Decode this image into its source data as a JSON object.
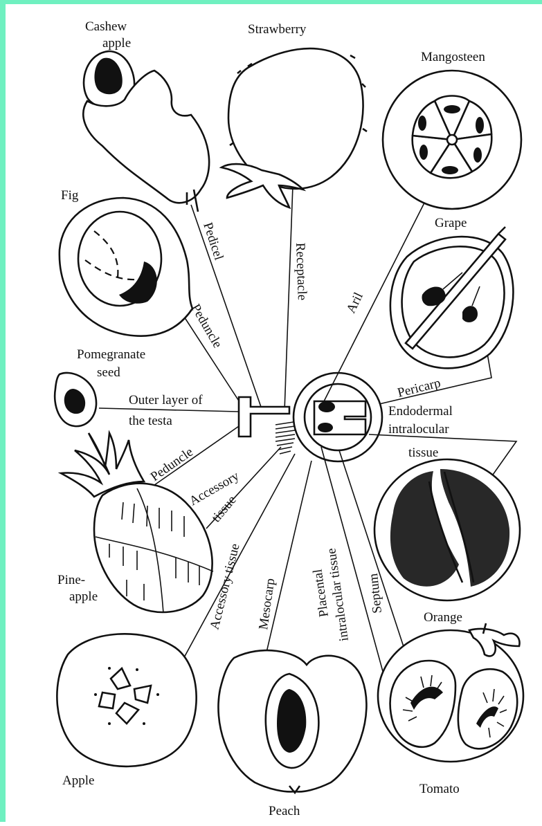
{
  "fruits": {
    "cashew": "Cashew",
    "cashew2": "apple",
    "strawberry": "Strawberry",
    "mangosteen": "Mangosteen",
    "fig": "Fig",
    "grape": "Grape",
    "pomegranate": "Pomegranate",
    "pomegranate2": "seed",
    "pineapple": "Pine-",
    "pineapple2": "apple",
    "orange": "Orange",
    "apple": "Apple",
    "peach": "Peach",
    "tomato": "Tomato"
  },
  "parts": {
    "pedicel": "Pedicel",
    "receptacle": "Receptacle",
    "aril": "Aril",
    "peduncle_fig": "Peduncle",
    "outer_testa": "Outer layer of",
    "outer_testa2": "the testa",
    "pericarp": "Pericarp",
    "endodermal": "Endodermal",
    "endodermal2": "intralocular",
    "endodermal3": "tissue",
    "peduncle_pine": "Peduncle",
    "accessory": "Accessory",
    "accessory2": "tissue",
    "accessory_tissue": "Accessory tissue",
    "mesocarp": "Mesocarp",
    "placental": "Placental",
    "placental2": "intralocular tissue",
    "septum": "Septum"
  }
}
